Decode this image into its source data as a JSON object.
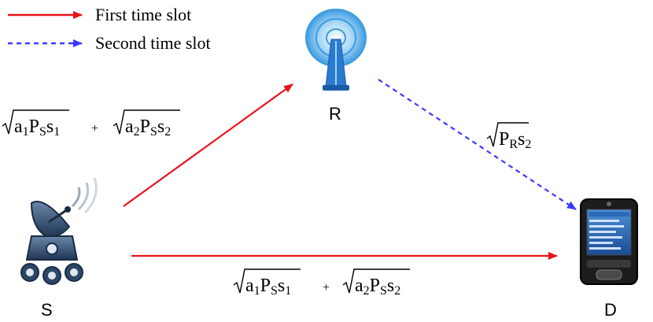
{
  "legend": {
    "first_label": "First time slot",
    "second_label": "Second time slot",
    "first_color": "#e8131a",
    "second_color": "#3a3aff"
  },
  "nodes": {
    "source": {
      "label": "S",
      "icon": "satellite-dish-robot-icon"
    },
    "relay": {
      "label": "R",
      "icon": "radio-tower-icon"
    },
    "destination": {
      "label": "D",
      "icon": "pda-phone-icon"
    }
  },
  "expressions": {
    "sr": {
      "a1": "a",
      "a1_sub": "1",
      "p1": "P",
      "p1_sub": "S",
      "s1": "s",
      "s1_sub": "1",
      "plus": "+",
      "a2": "a",
      "a2_sub": "2",
      "p2": "P",
      "p2_sub": "S",
      "s2": "s",
      "s2_sub": "2"
    },
    "rd": {
      "p": "P",
      "p_sub": "R",
      "s": "s",
      "s_sub": "2"
    },
    "sd": {
      "a1": "a",
      "a1_sub": "1",
      "p1": "P",
      "p1_sub": "S",
      "s1": "s",
      "s1_sub": "1",
      "plus": "+",
      "a2": "a",
      "a2_sub": "2",
      "p2": "P",
      "p2_sub": "S",
      "s2": "s",
      "s2_sub": "2"
    }
  }
}
